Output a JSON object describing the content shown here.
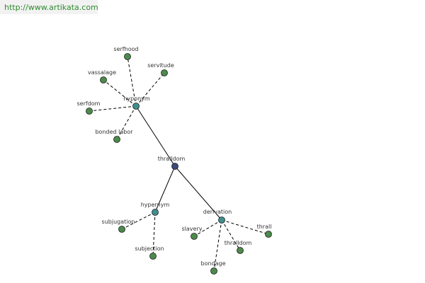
{
  "header": {
    "url": "http://www.artikata.com"
  },
  "colors": {
    "center": "#3b4a7a",
    "relation": "#3f8f8f",
    "leaf": "#4c8a4c",
    "edge": "#000000"
  },
  "graph": {
    "nodes": [
      {
        "id": "thralldom",
        "label": "thralldom",
        "type": "center"
      },
      {
        "id": "hyponym",
        "label": "hyponym",
        "type": "relation"
      },
      {
        "id": "hypernym",
        "label": "hypernym",
        "type": "relation"
      },
      {
        "id": "derivation",
        "label": "derivation",
        "type": "relation"
      },
      {
        "id": "serfhood",
        "label": "serfhood",
        "type": "leaf"
      },
      {
        "id": "vassalage",
        "label": "vassalage",
        "type": "leaf"
      },
      {
        "id": "servitude",
        "label": "servitude",
        "type": "leaf"
      },
      {
        "id": "serfdom",
        "label": "serfdom",
        "type": "leaf"
      },
      {
        "id": "bonded-labor",
        "label": "bonded labor",
        "type": "leaf"
      },
      {
        "id": "subjugation",
        "label": "subjugation",
        "type": "leaf"
      },
      {
        "id": "subjection",
        "label": "subjection",
        "type": "leaf"
      },
      {
        "id": "slavery",
        "label": "slavery",
        "type": "leaf"
      },
      {
        "id": "thrall",
        "label": "thrall",
        "type": "leaf"
      },
      {
        "id": "thralldom-2",
        "label": "thralldom",
        "type": "leaf"
      },
      {
        "id": "bondage",
        "label": "bondage",
        "type": "leaf"
      }
    ],
    "edges": [
      {
        "from": "thralldom",
        "to": "hyponym",
        "style": "solid"
      },
      {
        "from": "thralldom",
        "to": "hypernym",
        "style": "solid"
      },
      {
        "from": "thralldom",
        "to": "derivation",
        "style": "solid"
      },
      {
        "from": "hyponym",
        "to": "serfhood",
        "style": "dashed"
      },
      {
        "from": "hyponym",
        "to": "vassalage",
        "style": "dashed"
      },
      {
        "from": "hyponym",
        "to": "servitude",
        "style": "dashed"
      },
      {
        "from": "hyponym",
        "to": "serfdom",
        "style": "dashed"
      },
      {
        "from": "hyponym",
        "to": "bonded-labor",
        "style": "dashed"
      },
      {
        "from": "hypernym",
        "to": "subjugation",
        "style": "dashed"
      },
      {
        "from": "hypernym",
        "to": "subjection",
        "style": "dashed"
      },
      {
        "from": "derivation",
        "to": "slavery",
        "style": "dashed"
      },
      {
        "from": "derivation",
        "to": "thrall",
        "style": "dashed"
      },
      {
        "from": "derivation",
        "to": "thralldom-2",
        "style": "dashed"
      },
      {
        "from": "derivation",
        "to": "bondage",
        "style": "dashed"
      }
    ]
  }
}
